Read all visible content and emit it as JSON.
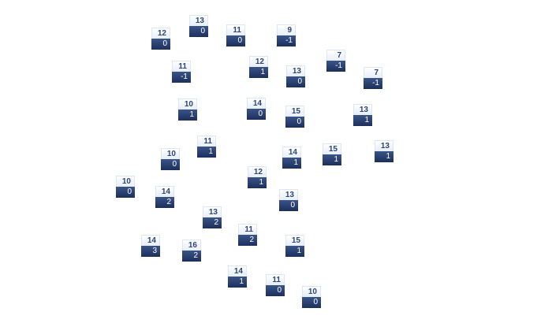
{
  "tiles": [
    {
      "top": "12",
      "bottom": "0"
    },
    {
      "top": "13",
      "bottom": "0"
    },
    {
      "top": "11",
      "bottom": "0"
    },
    {
      "top": "9",
      "bottom": "-1"
    },
    {
      "top": "11",
      "bottom": "-1"
    },
    {
      "top": "12",
      "bottom": "1"
    },
    {
      "top": "13",
      "bottom": "0"
    },
    {
      "top": "7",
      "bottom": "-1"
    },
    {
      "top": "7",
      "bottom": "-1"
    },
    {
      "top": "10",
      "bottom": "1"
    },
    {
      "top": "14",
      "bottom": "0"
    },
    {
      "top": "15",
      "bottom": "0"
    },
    {
      "top": "13",
      "bottom": "1"
    },
    {
      "top": "13",
      "bottom": "1"
    },
    {
      "top": "11",
      "bottom": "1"
    },
    {
      "top": "10",
      "bottom": "0"
    },
    {
      "top": "14",
      "bottom": "1"
    },
    {
      "top": "15",
      "bottom": "1"
    },
    {
      "top": "12",
      "bottom": "1"
    },
    {
      "top": "10",
      "bottom": "0"
    },
    {
      "top": "14",
      "bottom": "2"
    },
    {
      "top": "13",
      "bottom": "0"
    },
    {
      "top": "13",
      "bottom": "2"
    },
    {
      "top": "11",
      "bottom": "2"
    },
    {
      "top": "14",
      "bottom": "3"
    },
    {
      "top": "16",
      "bottom": "2"
    },
    {
      "top": "15",
      "bottom": "1"
    },
    {
      "top": "14",
      "bottom": "1"
    },
    {
      "top": "11",
      "bottom": "0"
    },
    {
      "top": "10",
      "bottom": "0"
    }
  ]
}
